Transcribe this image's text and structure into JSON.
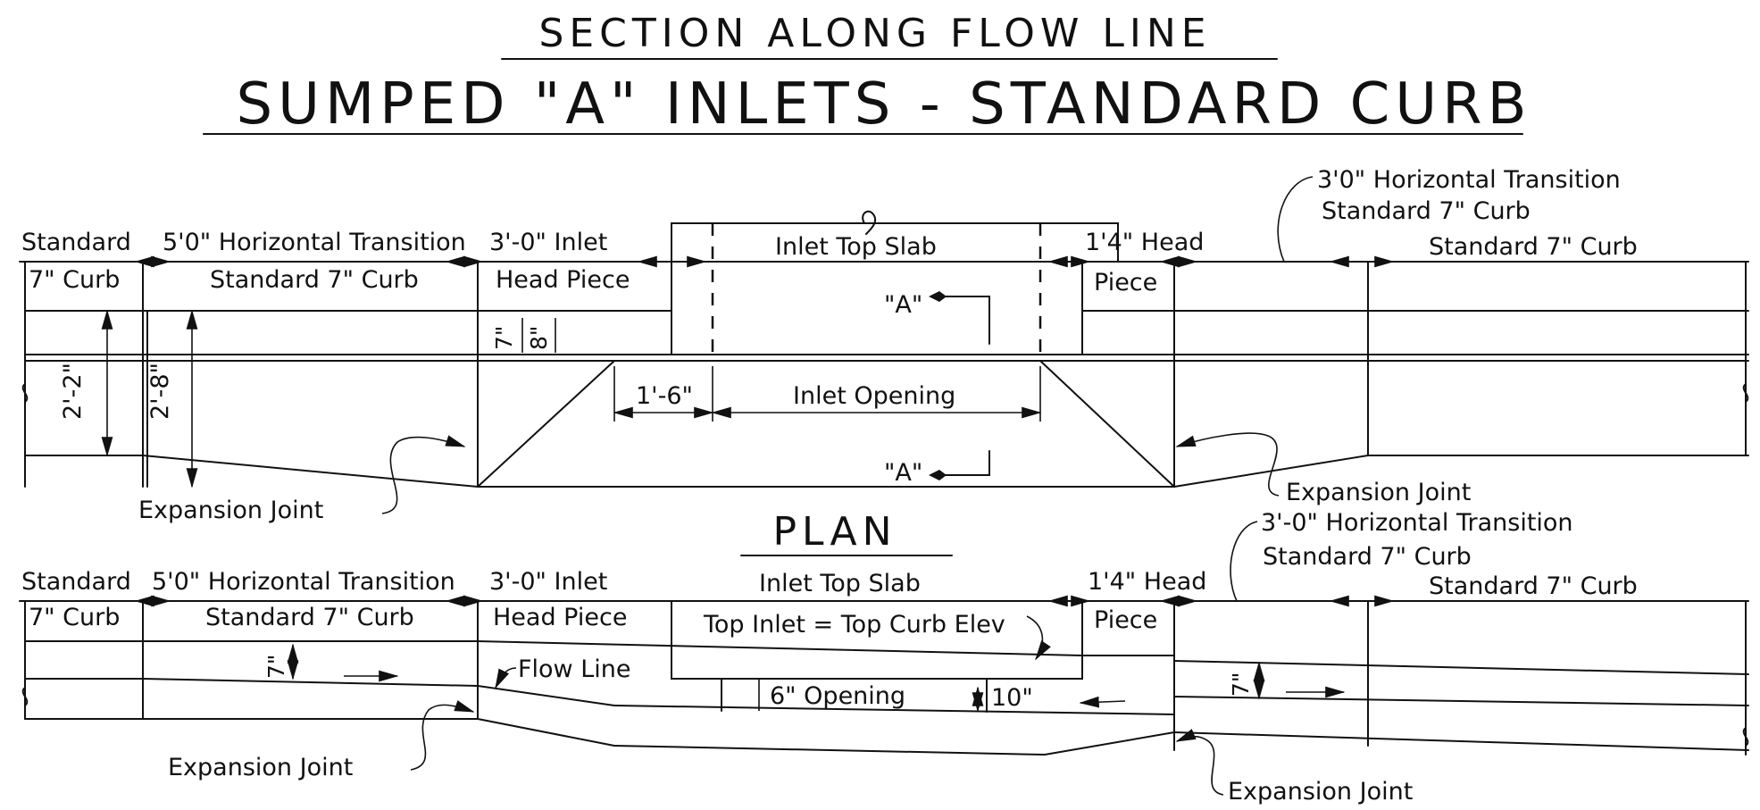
{
  "title": "SECTION  ALONG  FLOW  LINE",
  "subtitle": "SUMPED  \"A\"  INLETS  -  STANDARD  CURB",
  "plan_heading": "PLAN",
  "section": {
    "standard": "Standard",
    "curb_7": "7\" Curb",
    "transition": "5'0\" Horizontal Transition",
    "transition_std": "Standard 7\" Curb",
    "inlet": "3'-0\" Inlet",
    "head_piece": "Head Piece",
    "top_slab": "Inlet Top Slab",
    "head_1_4": "1'4\" Head",
    "piece": "Piece",
    "std_curb_right": "Standard 7\" Curb",
    "trans_right_1": "3'0\" Horizontal Transition",
    "trans_right_2": "Standard 7\" Curb",
    "section_a_top": "\"A\"",
    "section_a_bottom": "\"A\"",
    "dim_2_2": "2'-2\"",
    "dim_2_8": "2'-8\"",
    "dim_7": "7\"",
    "dim_8": "8\"",
    "dim_1_6": "1'-6\"",
    "inlet_opening": "Inlet Opening",
    "expansion_left": "Expansion Joint",
    "expansion_right": "Expansion Joint"
  },
  "plan": {
    "standard": "Standard",
    "curb_7": "7\" Curb",
    "transition": "5'0\" Horizontal Transition",
    "transition_std": "Standard 7\" Curb",
    "inlet": "3'-0\" Inlet",
    "head_piece": "Head Piece",
    "top_slab": "Inlet Top Slab",
    "top_inlet_note": "Top Inlet = Top Curb Elev",
    "head_1_4": "1'4\" Head",
    "piece": "Piece",
    "std_curb_right": "Standard 7\" Curb",
    "trans_right_1": "3'-0\" Horizontal Transition",
    "trans_right_2": "Standard 7\" Curb",
    "dim_7_left": "7\"",
    "dim_7_right": "7\"",
    "flow_line": "Flow Line",
    "opening_6": "6\" Opening",
    "dim_10": "10\"",
    "expansion_left": "Expansion Joint",
    "expansion_right": "Expansion Joint"
  }
}
